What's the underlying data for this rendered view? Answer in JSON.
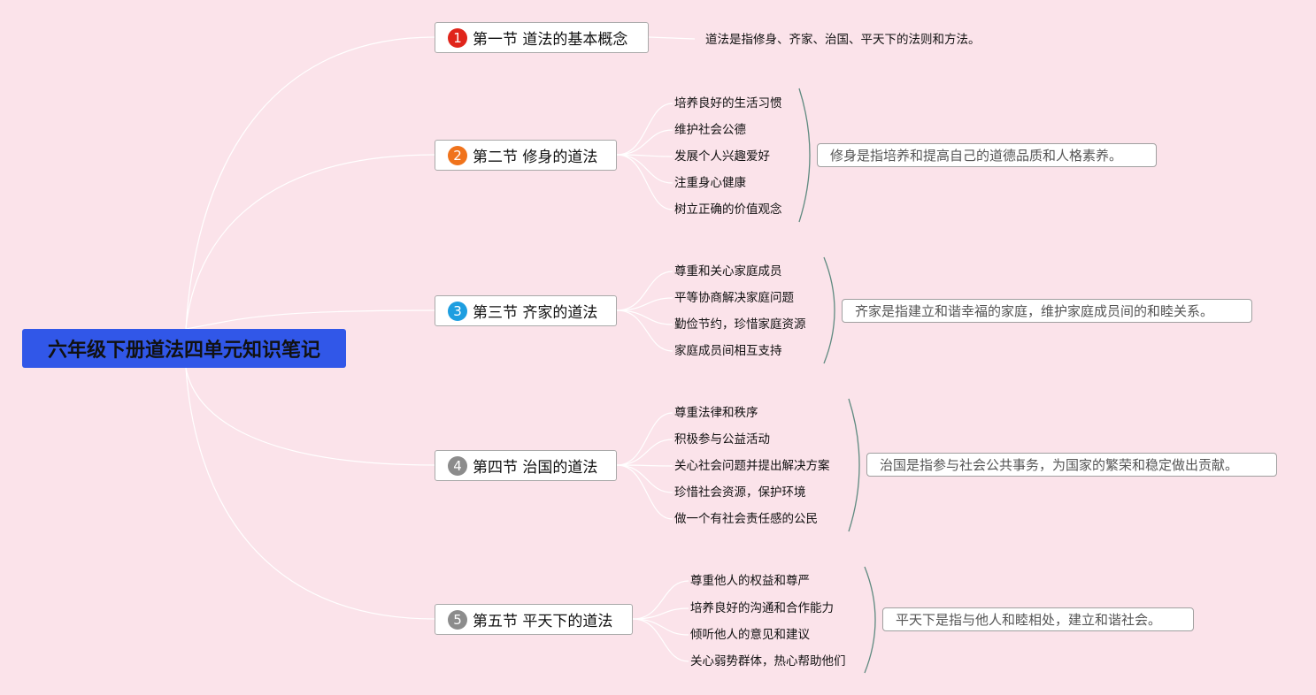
{
  "title": "六年级下册道法四单元知识笔记",
  "sections": [
    {
      "num": "1",
      "label": "第一节 道法的基本概念",
      "color": "#e0251b",
      "definition": "道法是指修身、齐家、治国、平天下的法则和方法。",
      "items": []
    },
    {
      "num": "2",
      "label": "第二节 修身的道法",
      "color": "#f0731c",
      "definition": "修身是指培养和提高自己的道德品质和人格素养。",
      "items": [
        "培养良好的生活习惯",
        "维护社会公德",
        "发展个人兴趣爱好",
        "注重身心健康",
        "树立正确的价值观念"
      ]
    },
    {
      "num": "3",
      "label": "第三节 齐家的道法",
      "color": "#1d9ee0",
      "definition": "齐家是指建立和谐幸福的家庭，维护家庭成员间的和睦关系。",
      "items": [
        "尊重和关心家庭成员",
        "平等协商解决家庭问题",
        "勤俭节约，珍惜家庭资源",
        "家庭成员间相互支持"
      ]
    },
    {
      "num": "4",
      "label": "第四节 治国的道法",
      "color": "#8c8c8c",
      "definition": "治国是指参与社会公共事务，为国家的繁荣和稳定做出贡献。",
      "items": [
        "尊重法律和秩序",
        "积极参与公益活动",
        "关心社会问题并提出解决方案",
        "珍惜社会资源，保护环境",
        "做一个有社会责任感的公民"
      ]
    },
    {
      "num": "5",
      "label": "第五节 平天下的道法",
      "color": "#8c8c8c",
      "definition": "平天下是指与他人和睦相处，建立和谐社会。",
      "items": [
        "尊重他人的权益和尊严",
        "培养良好的沟通和合作能力",
        "倾听他人的意见和建议",
        "关心弱势群体，热心帮助他们"
      ]
    }
  ]
}
